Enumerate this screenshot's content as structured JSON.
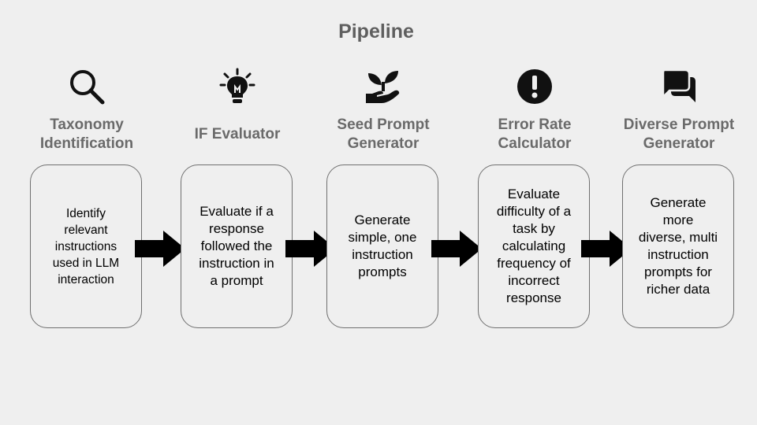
{
  "title": "Pipeline",
  "stages": [
    {
      "icon": "search-icon",
      "label": "Taxonomy\nIdentification",
      "description": "Identify\nrelevant\ninstructions\nused in LLM\ninteraction"
    },
    {
      "icon": "lightbulb-icon",
      "label": "IF Evaluator",
      "description": "Evaluate if a\nresponse\nfollowed the\ninstruction in\na prompt"
    },
    {
      "icon": "sprout-in-hand-icon",
      "label": "Seed Prompt\nGenerator",
      "description": "Generate\nsimple, one\ninstruction\nprompts"
    },
    {
      "icon": "exclamation-circle-icon",
      "label": "Error Rate\nCalculator",
      "description": "Evaluate\ndifficulty of a\ntask by\ncalculating\nfrequency of\nincorrect\nresponse"
    },
    {
      "icon": "chat-bubbles-icon",
      "label": "Diverse Prompt\nGenerator",
      "description": "Generate\nmore\ndiverse, multi\ninstruction\nprompts for\nricher data"
    }
  ]
}
